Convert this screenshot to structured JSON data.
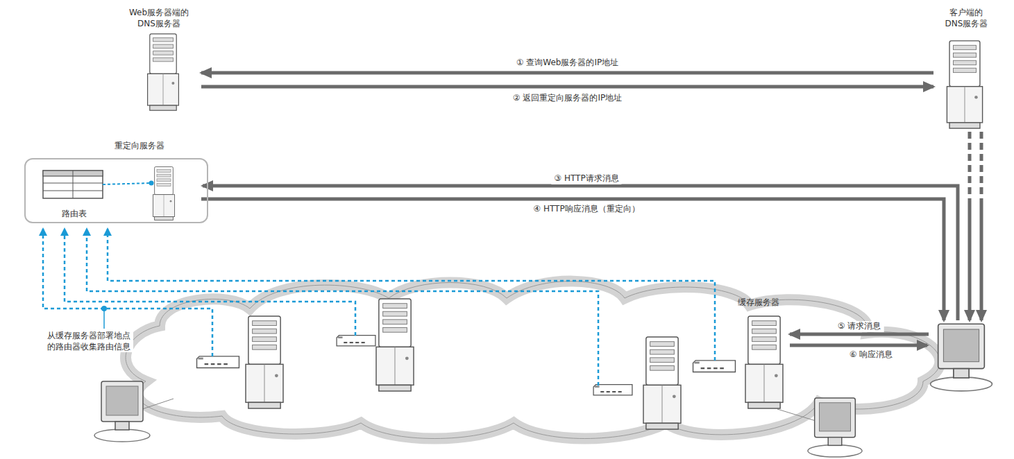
{
  "diagram": {
    "nodes": [
      {
        "text": [
          "Web服务器端的 DNS服务器"
        ]
      },
      {
        "text": [
          "客户端的 DNS服务器"
        ]
      },
      {
        "text": [
          "重定向服务器"
        ]
      },
      {
        "text": [
          "路由表"
        ],
        "in": 2
      },
      {
        "text": [
          "缓存服务器"
        ]
      }
    ],
    "edges": [
      {
        "from": 1,
        "to": 0,
        "label": "① 查询Web服务器的IP地址",
        "arrow": "to"
      },
      {
        "from": 0,
        "to": 1,
        "label": "② 返回重定向服务器的IP地址",
        "arrow": "to"
      }
    ],
    "labels": [
      "③ HTTP请求消息",
      "④ HTTP响应消息（重定向）",
      "⑤ 请求消息",
      "⑥ 响应消息",
      "从缓存服务器部署地点 的路由器收集路由信息"
    ]
  }
}
